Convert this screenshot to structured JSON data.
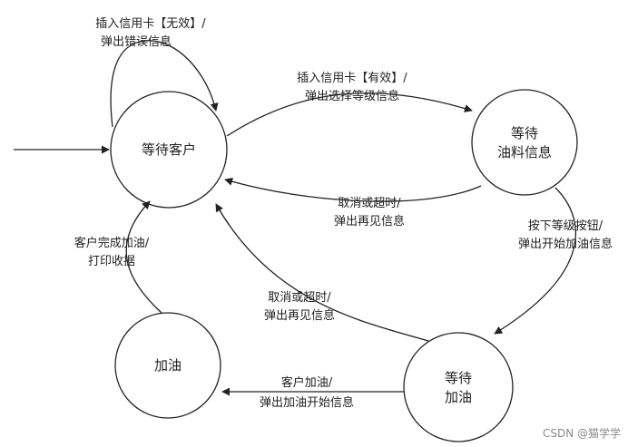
{
  "diagram": {
    "states": {
      "wait_customer": [
        "等待客户"
      ],
      "wait_fuel_info": [
        "等待",
        "油料信息"
      ],
      "wait_refuel": [
        "等待",
        "加油"
      ],
      "refueling": [
        "加油"
      ]
    },
    "transitions": {
      "invalid_card": [
        "插入信用卡【无效】/",
        "弹出错误信息"
      ],
      "valid_card": [
        "插入信用卡【有效】/",
        "弹出选择等级信息"
      ],
      "cancel_timeout_1": [
        "取消或超时/",
        "弹出再见信息"
      ],
      "press_grade": [
        "按下等级按钮/",
        "弹出开始加油信息"
      ],
      "cancel_timeout_2": [
        "取消或超时/",
        "弹出再见信息"
      ],
      "customer_refuel": [
        "客户加油/",
        "弹出加油开始信息"
      ],
      "refuel_done": [
        "客户完成加油/",
        "打印收据"
      ]
    }
  },
  "watermark": "CSDN @猫学学",
  "colors": {
    "stroke": "#222222",
    "text": "#222222",
    "watermark": "#8a8a8a"
  }
}
